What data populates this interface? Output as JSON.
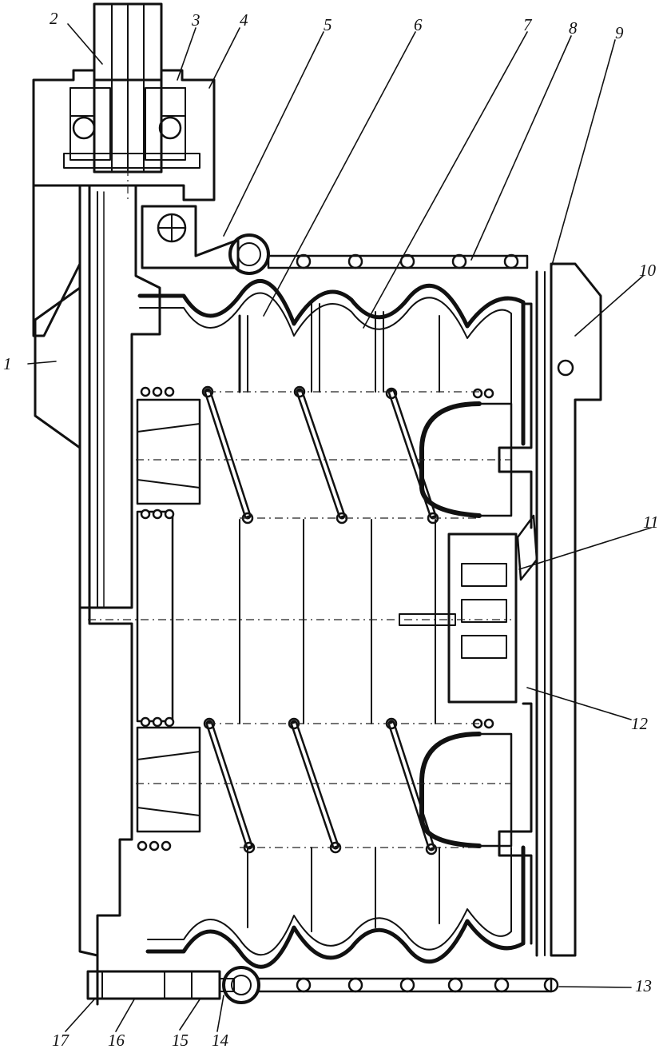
{
  "diagram": {
    "callouts": [
      {
        "id": "1",
        "label": "1"
      },
      {
        "id": "2",
        "label": "2"
      },
      {
        "id": "3",
        "label": "3"
      },
      {
        "id": "4",
        "label": "4"
      },
      {
        "id": "5",
        "label": "5"
      },
      {
        "id": "6",
        "label": "6"
      },
      {
        "id": "7",
        "label": "7"
      },
      {
        "id": "8",
        "label": "8"
      },
      {
        "id": "9",
        "label": "9"
      },
      {
        "id": "10",
        "label": "10"
      },
      {
        "id": "11",
        "label": "11"
      },
      {
        "id": "12",
        "label": "12"
      },
      {
        "id": "13",
        "label": "13"
      },
      {
        "id": "14",
        "label": "14"
      },
      {
        "id": "15",
        "label": "15"
      },
      {
        "id": "16",
        "label": "16"
      },
      {
        "id": "17",
        "label": "17"
      }
    ],
    "colors": {
      "ink": "#111111",
      "paper": "#ffffff"
    }
  }
}
